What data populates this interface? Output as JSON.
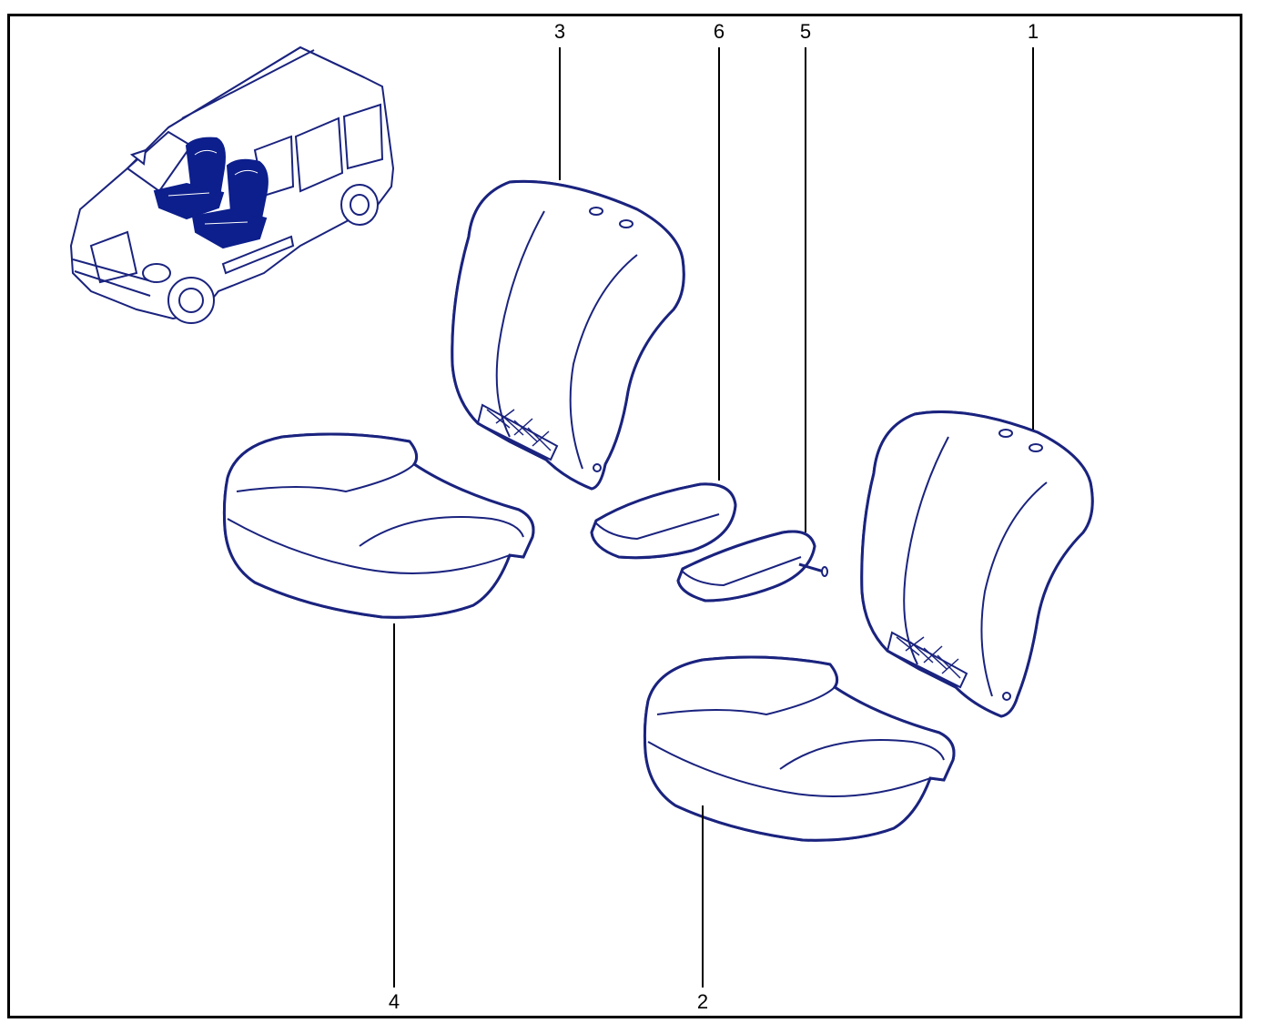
{
  "callouts": [
    {
      "id": "1",
      "label": "1"
    },
    {
      "id": "2",
      "label": "2"
    },
    {
      "id": "3",
      "label": "3"
    },
    {
      "id": "4",
      "label": "4"
    },
    {
      "id": "5",
      "label": "5"
    },
    {
      "id": "6",
      "label": "6"
    }
  ],
  "colors": {
    "ink": "#1a237e",
    "highlight": "#0d1f8c",
    "leader": "#000000",
    "frame": "#000000",
    "background": "#ffffff"
  },
  "icons": {
    "vehicle": "van-locator-icon"
  }
}
